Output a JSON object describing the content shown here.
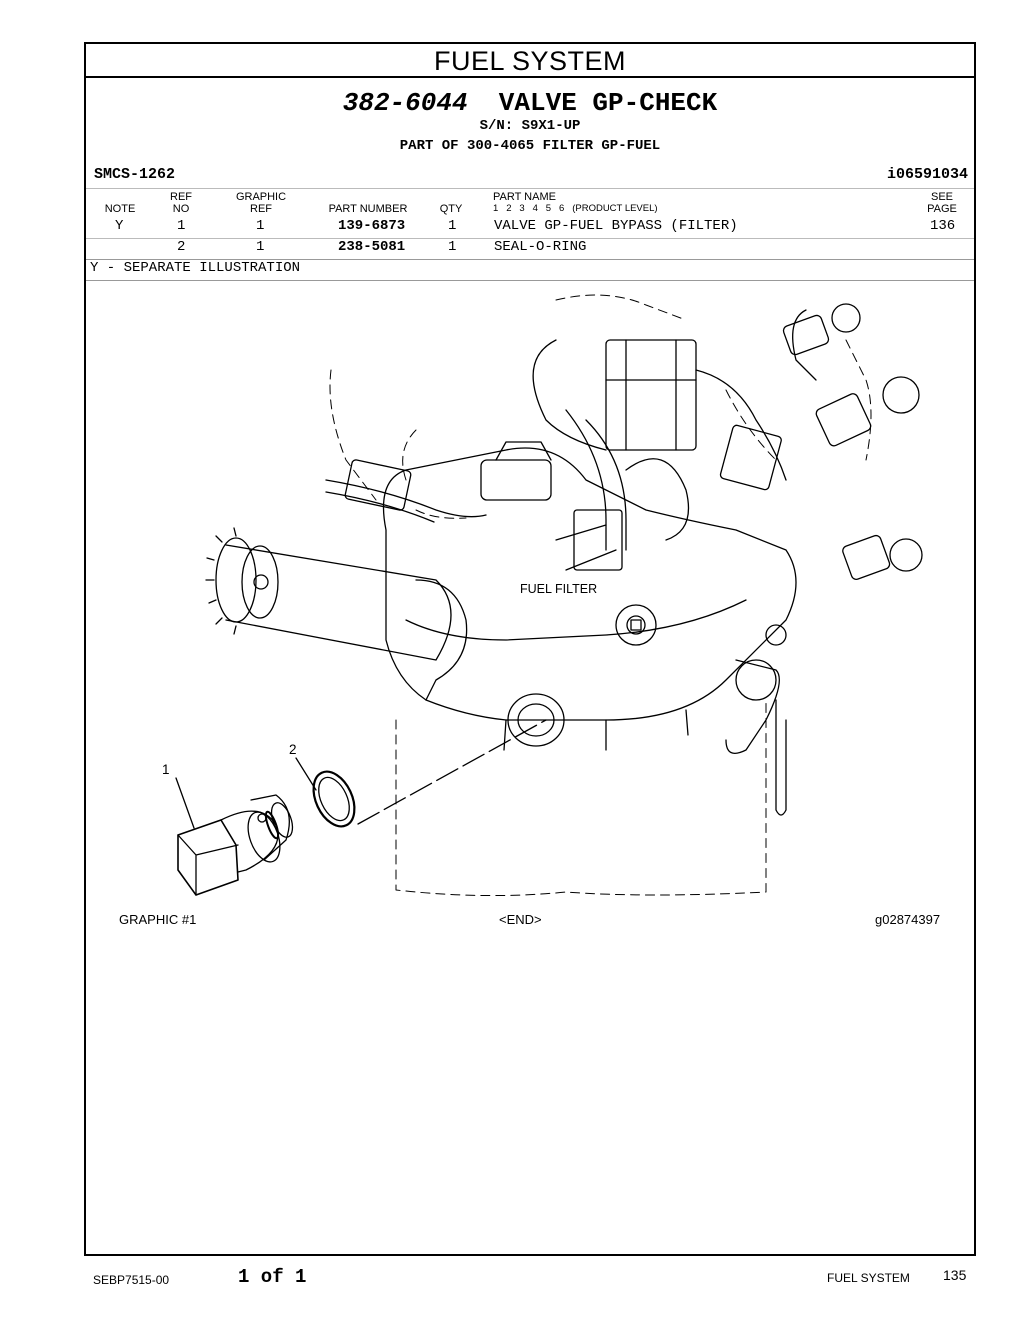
{
  "page": {
    "section_title": "FUEL SYSTEM",
    "part_number": "382-6044",
    "part_title": "VALVE GP-CHECK",
    "serial": "S/N: S9X1-UP",
    "part_of": "PART OF 300-4065 FILTER GP-FUEL",
    "smcs": "SMCS-1262",
    "illustration_id": "i06591034"
  },
  "table": {
    "headers": {
      "note": "NOTE",
      "ref_top": "REF",
      "ref_bottom": "NO",
      "graphic_top": "GRAPHIC",
      "graphic_bottom": "REF",
      "part_number": "PART NUMBER",
      "qty": "QTY",
      "part_name": "PART NAME",
      "levels": "1   2   3   4   5   6   (PRODUCT LEVEL)",
      "see_top": "SEE",
      "see_bottom": "PAGE"
    },
    "rows": [
      {
        "note": "Y",
        "ref": "1",
        "graphic": "1",
        "part_number": "139-6873",
        "qty": "1",
        "name": "VALVE GP-FUEL BYPASS (FILTER)",
        "see": "136"
      },
      {
        "note": "",
        "ref": "2",
        "graphic": "1",
        "part_number": "238-5081",
        "qty": "1",
        "name": "SEAL-O-RING",
        "see": ""
      }
    ],
    "footnote": "Y - SEPARATE ILLUSTRATION"
  },
  "illustration": {
    "label_filter": "FUEL FILTER",
    "callout_1": "1",
    "callout_2": "2",
    "caption_left": "GRAPHIC #1",
    "caption_center": "<END>",
    "caption_right": "g02874397"
  },
  "footer": {
    "doc_code": "SEBP7515-00",
    "page_of": "1 of 1",
    "section": "FUEL SYSTEM",
    "page_number": "135"
  }
}
